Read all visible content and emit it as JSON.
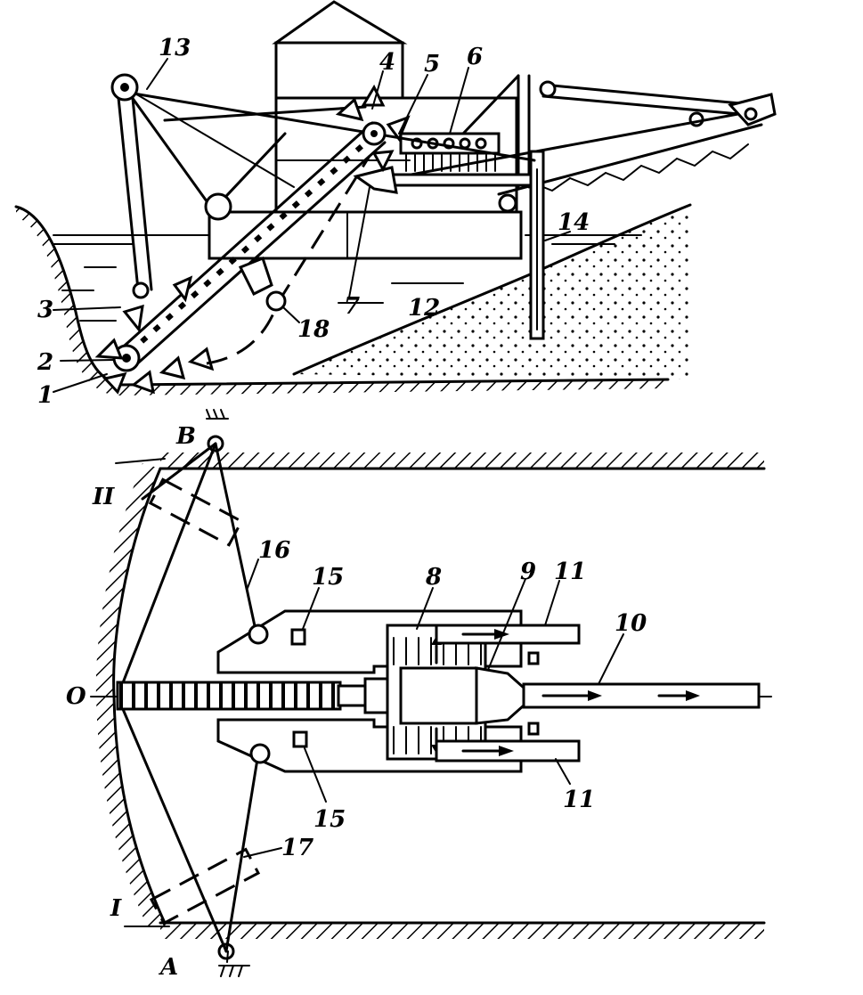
{
  "labels": {
    "l1": "1",
    "l2": "2",
    "l3": "3",
    "l4": "4",
    "l5": "5",
    "l6": "6",
    "l7": "7",
    "l8": "8",
    "l9": "9",
    "l10": "10",
    "l11a": "11",
    "l11b": "11",
    "l12": "12",
    "l13": "13",
    "l14": "14",
    "l15a": "15",
    "l15b": "15",
    "l16": "16",
    "l17": "17",
    "l18": "18",
    "lO": "O",
    "lA": "A",
    "lB": "B",
    "lI": "I",
    "lII": "II"
  }
}
